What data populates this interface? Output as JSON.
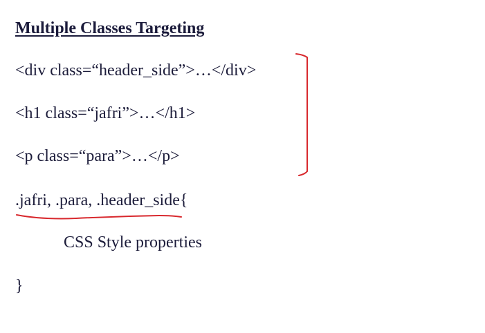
{
  "slide": {
    "title": "Multiple Classes Targeting",
    "lines": [
      "<div class=“header_side”>…</div>",
      "<h1 class=“jafri”>…</h1>",
      "<p class=“para”>…</p>",
      ".jafri, .para, .header_side{",
      "CSS Style properties",
      "}"
    ]
  },
  "annotation_color": "#d8282d",
  "text_color": "#1c1c3a"
}
